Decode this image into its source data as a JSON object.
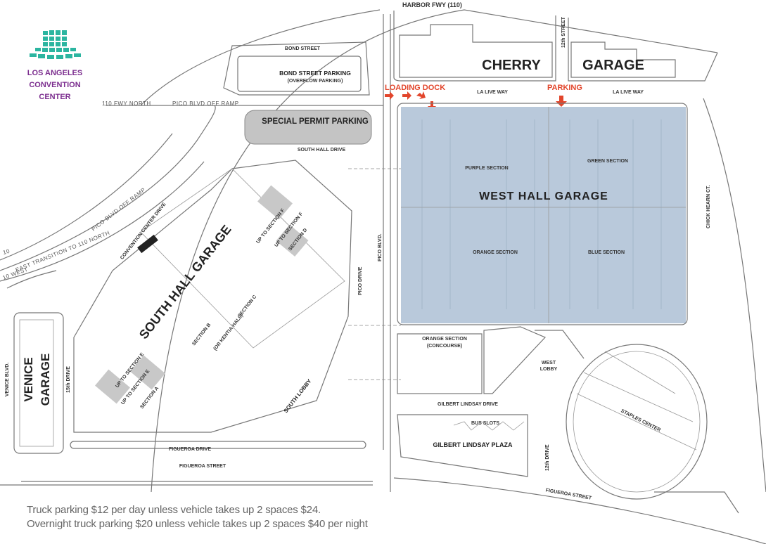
{
  "logo": {
    "line1": "LOS ANGELES",
    "line2": "CONVENTION",
    "line3": "CENTER",
    "text_color": "#7b2d8e",
    "mark_color": "#2bb5a0"
  },
  "roads": {
    "harbor_fwy": "HARBOR FWY (110)",
    "bond_street": "BOND STREET",
    "fwy_north": "110  FWY  NORTH",
    "pico_off_ramp": "PICO  BLVD  OFF  RAMP",
    "south_hall_drive": "SOUTH HALL DRIVE",
    "twelfth_street": "12th STREET",
    "la_live_way_1": "LA LIVE WAY",
    "la_live_way_2": "LA LIVE WAY",
    "chick_hearn": "CHICK HEARN CT.",
    "pico_blvd": "PICO   BLVD.",
    "pico_drive": "PICO DRIVE",
    "convention_center_drive": "CONVENTION CENTER DRIVE",
    "east_transition": "EAST  TRANSITION  TO  110  NORTH",
    "pico_off_ramp_2": "PICO  BLVD  OFF  RAMP",
    "ten_east": "10",
    "ten_west": "10  WEST",
    "venice_blvd": "VENICE  BLVD.",
    "fifteenth_drive": "15th DRIVE",
    "figueroa_drive": "FIGUEROA DRIVE",
    "figueroa_street": "FIGUEROA STREET",
    "gilbert_lindsay_drive": "GILBERT LINDSAY DRIVE",
    "twelfth_drive": "12th DRIVE",
    "figueroa_street_2": "FIGUEROA   STREET"
  },
  "facilities": {
    "bond_parking": "BOND STREET PARKING",
    "bond_parking_sub": "(OVERFLOW PARKING)",
    "special_permit": "SPECIAL PERMIT PARKING",
    "cherry": "CHERRY",
    "garage": "GARAGE",
    "west_hall_garage": "WEST HALL GARAGE",
    "purple_section": "PURPLE SECTION",
    "green_section": "GREEN SECTION",
    "orange_section": "ORANGE SECTION",
    "blue_section": "BLUE SECTION",
    "south_hall_garage": "SOUTH  HALL  GARAGE",
    "up_to_f_1": "UP TO SECTION F",
    "up_to_f_2": "UP TO SECTION F",
    "section_d": "SECTION D",
    "section_c": "SECTION C",
    "section_b": "SECTION B",
    "kentia": "(OR KENTIA HALL)",
    "up_to_e_1": "UP TO SECTION E",
    "up_to_e_2": "UP TO SECTION E",
    "section_a": "SECTION A",
    "venice_1": "VENICE",
    "venice_2": "GARAGE",
    "south_lobby": "SOUTH   LOBBY",
    "orange_concourse_1": "ORANGE SECTION",
    "orange_concourse_2": "(CONCOURSE)",
    "west_lobby_1": "WEST",
    "west_lobby_2": "LOBBY",
    "gilbert_plaza": "GILBERT  LINDSAY  PLAZA",
    "bus_slots": "BUS   SLOTS",
    "staples": "STAPLES  CENTER",
    "west_hall_color": "#b9c9db"
  },
  "markers": {
    "loading_dock": "LOADING DOCK",
    "parking": "PARKING",
    "arrow_color": "#e2452b"
  },
  "notes": {
    "line1": "Truck parking $12 per day  unless vehicle takes up 2 spaces  $24.",
    "line2": "Overnight truck parking $20 unless vehicle takes up 2 spaces $40 per night"
  }
}
